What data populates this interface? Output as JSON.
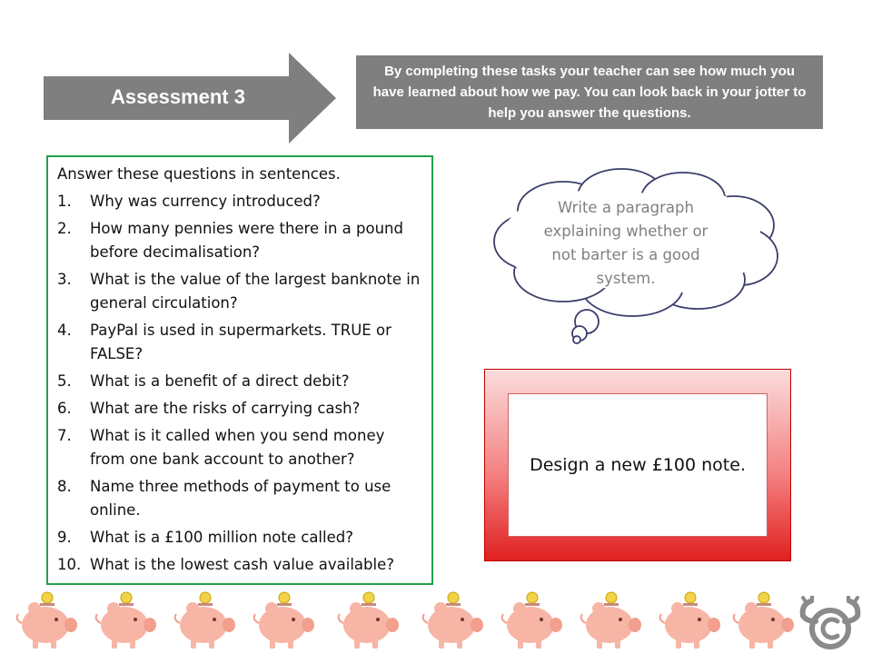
{
  "header": {
    "title": "Assessment 3",
    "intro": "By completing these tasks your teacher can see how much you have learned about how we pay. You can look back in your jotter to help you answer the questions."
  },
  "questions": {
    "intro": "Answer these questions in sentences.",
    "items": [
      {
        "num": "1.",
        "text": "Why was currency introduced?"
      },
      {
        "num": "2.",
        "text": "How many pennies were there in a pound before decimalisation?"
      },
      {
        "num": "3.",
        "text": "What is the value of the largest banknote in general circulation?"
      },
      {
        "num": "4.",
        "text": "PayPal is used in supermarkets.  TRUE or FALSE?"
      },
      {
        "num": "5.",
        "text": "What is a benefit of a direct debit?"
      },
      {
        "num": "6.",
        "text": "What are the risks of carrying cash?"
      },
      {
        "num": "7.",
        "text": "What is it called when you send money from one bank account to another?"
      },
      {
        "num": "8.",
        "text": "Name three methods of payment to use online."
      },
      {
        "num": "9.",
        "text": "What is a £100 million note called?"
      },
      {
        "num": "10.",
        "text": "What is the lowest cash value available?"
      }
    ]
  },
  "thought_bubble": {
    "text": "Write a paragraph explaining whether or not barter is a good system."
  },
  "design_task": {
    "text": "Design a new £100 note."
  },
  "footer": {
    "icon": "piggy-bank-icon",
    "logo_icon": "moose-copyright-icon"
  },
  "colors": {
    "arrow": "#7f7f7f",
    "intro_box": "#7f7f7f",
    "questions_border": "#21a04a",
    "cloud_outline": "#3a3d6b",
    "bubble_text": "#808080",
    "design_border": "#c00000",
    "pig": "#f7b5a6",
    "coin": "#f2d24a"
  }
}
